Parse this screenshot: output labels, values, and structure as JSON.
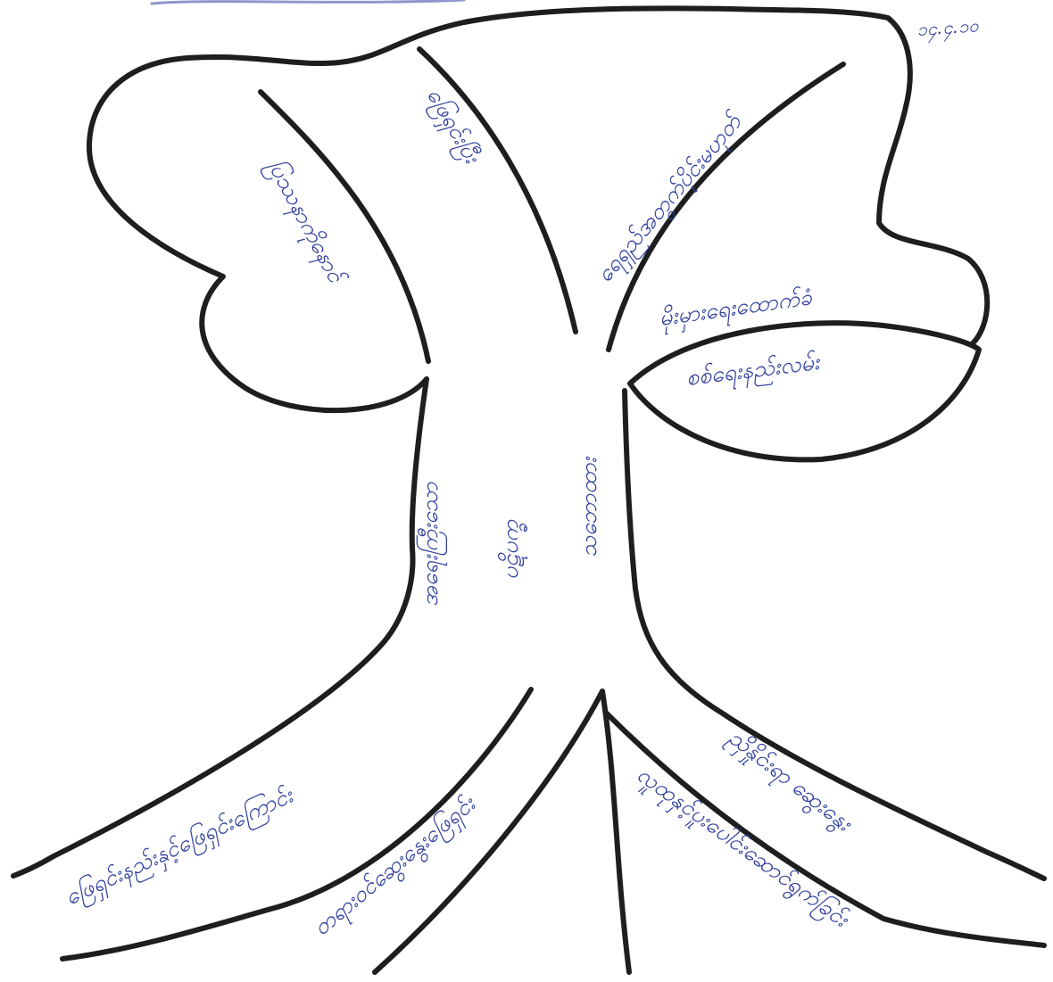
{
  "date": "၁၄.၄.၁၀",
  "colors": {
    "outline": "#1e1e1e",
    "ink": "#2f3f9e",
    "paper": "#ffffff"
  },
  "labels": {
    "branch_left": "ပြဿနာကိုနောင်",
    "branch_mid_left": "ဖြေရှင်းပြီး",
    "branch_top_right": "ရေရှည်အတွက်ပိုင်းမဟုတ်",
    "branch_right_upper": "မိုးမှားရေးထောက်ခံ",
    "branch_right_lower": "စစ်ရေးနည်းလမ်း",
    "trunk_left": "အရေးကြီးသော",
    "trunk_center": "ပဋိပက္ခ",
    "trunk_right": "သဘောထား",
    "root_left": "ဖြေရှင်းနည်းနှင့်ဖြေရှင်းကြောင်း",
    "root_mid": "တရားဝင်ဆွေးနွေးဖြေရှင်း",
    "root_right_upper": "ညှိနှိုင်းရာ ဆွေးနွေး",
    "root_right_lower": "လူထုနှင့်ပူးပေါင်းဆောင်ရွက်ခြင်း"
  }
}
